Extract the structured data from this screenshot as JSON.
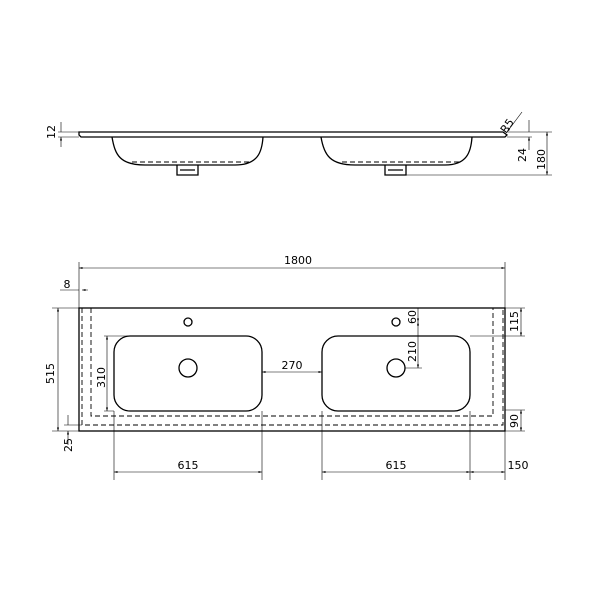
{
  "side_view": {
    "dims": {
      "slab_thickness": "12",
      "radius": "R5",
      "edge_height": "24",
      "total_height": "180"
    }
  },
  "top_view": {
    "dims": {
      "total_width": "1800",
      "edge_offset": "8",
      "depth": "515",
      "front_offset": "25",
      "basin_depth": "310",
      "basin_gap": "270",
      "tap_offset": "60",
      "tap_to_drain": "210",
      "back_margin": "115",
      "front_margin": "90",
      "basin_width_left": "615",
      "basin_width_right": "615",
      "side_margin": "150"
    }
  },
  "colors": {
    "line": "#000000",
    "background": "#ffffff"
  }
}
